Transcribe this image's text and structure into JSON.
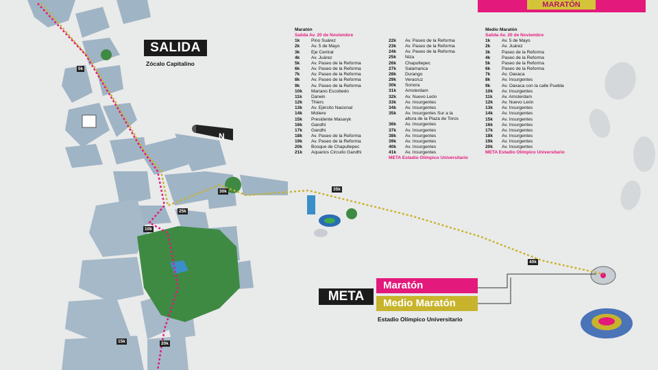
{
  "header": {
    "banner_text": "MARATÓN"
  },
  "labels": {
    "salida": "SALIDA",
    "salida_sub": "Zócalo Capitalino",
    "meta": "META",
    "maraton": "Maratón",
    "medio_maraton": "Medio Maratón",
    "meta_sub": "Estadio Olímpico Universitario",
    "north": "N"
  },
  "colors": {
    "maraton": "#e3197b",
    "medio_maraton": "#c7b42c",
    "blocks": "#9fb4c4",
    "park": "#3e8a43",
    "background": "#e9eaea"
  },
  "map_markers": [
    "5k",
    "30k",
    "35k",
    "25k",
    "10k",
    "40k",
    "15k",
    "20k"
  ],
  "maraton": {
    "title": "Maratón",
    "salida": "Salida   Av. 20 de Noviembre",
    "col1": [
      [
        "1k",
        "Pino Suárez"
      ],
      [
        "2k",
        "Av. 5 de Mayo"
      ],
      [
        "3k",
        "Eje Central"
      ],
      [
        "4k",
        "Av. Juárez"
      ],
      [
        "5k",
        "Av. Paseo de la Reforma"
      ],
      [
        "6k",
        "Av. Paseo de la Reforma"
      ],
      [
        "7k",
        "Av. Paseo de la Reforma"
      ],
      [
        "8k",
        "Av. Paseo de la Reforma"
      ],
      [
        "9k",
        "Av. Paseo de la Reforma"
      ],
      [
        "10k",
        "Mariano Escobedo"
      ],
      [
        "11k",
        "Darwin"
      ],
      [
        "12k",
        "Thiers"
      ],
      [
        "13k",
        "Av. Ejército Nacional"
      ],
      [
        "14k",
        "Moliere"
      ],
      [
        "15k",
        "Presidente Masaryk"
      ],
      [
        "16k",
        "Gandhi"
      ],
      [
        "17k",
        "Gandhi"
      ],
      [
        "18k",
        "Av. Paseo de la Reforma"
      ],
      [
        "19k",
        "Av. Paseo de la Reforma"
      ],
      [
        "20k",
        "Bosque de Chapultepec"
      ],
      [
        "21k",
        "Aquarios Circuito Gandhi"
      ]
    ],
    "col2": [
      [
        "22k",
        "Av. Paseo de la Reforma"
      ],
      [
        "23k",
        "Av. Paseo de la Reforma"
      ],
      [
        "24k",
        "Av. Paseo de la Reforma"
      ],
      [
        "25k",
        "Niza"
      ],
      [
        "26k",
        "Chapultepec"
      ],
      [
        "27k",
        "Salamanca"
      ],
      [
        "28k",
        "Durango"
      ],
      [
        "29k",
        "Veracruz"
      ],
      [
        "30k",
        "Sonora"
      ],
      [
        "31k",
        "Amsterdam"
      ],
      [
        "32k",
        "Av. Nuevo León"
      ],
      [
        "33k",
        "Av. Insurgentes"
      ],
      [
        "34k",
        "Av. Insurgentes"
      ],
      [
        "35k",
        "Av. Insurgentes Sur a la"
      ],
      [
        "",
        "altura de la Plaza de Toros"
      ],
      [
        "36k",
        "Av. Insurgentes"
      ],
      [
        "37k",
        "Av. Insurgentes"
      ],
      [
        "38k",
        "Av. Insurgentes"
      ],
      [
        "39k",
        "Av. Insurgentes"
      ],
      [
        "40k",
        "Av. Insurgentes"
      ],
      [
        "41k",
        "Av. Insurgentes"
      ]
    ],
    "meta": "META   Estadio Olímpico Universitario"
  },
  "medio": {
    "title": "Medio Maratón",
    "salida": "Salida   Av. 20 de Noviembre",
    "rows": [
      [
        "1k",
        "Av. 5 de Mayo"
      ],
      [
        "2k",
        "Av. Juárez"
      ],
      [
        "3k",
        "Paseo de la Reforma"
      ],
      [
        "4k",
        "Paseo de la Reforma"
      ],
      [
        "5k",
        "Paseo de la Reforma"
      ],
      [
        "6k",
        "Paseo de la Reforma"
      ],
      [
        "7k",
        "Av. Oaxaca"
      ],
      [
        "8k",
        "Av. Insurgentes"
      ],
      [
        "9k",
        "Av. Oaxaca con la calle Puebla"
      ],
      [
        "10k",
        "Av. Insurgentes"
      ],
      [
        "11k",
        "Av. Amsterdam"
      ],
      [
        "12k",
        "Av. Nuevo León"
      ],
      [
        "13k",
        "Av. Insurgentes"
      ],
      [
        "14k",
        "Av. Insurgentes"
      ],
      [
        "15k",
        "Av. Insurgentes"
      ],
      [
        "16k",
        "Av. Insurgentes"
      ],
      [
        "17k",
        "Av. Insurgentes"
      ],
      [
        "18k",
        "Av. Insurgentes"
      ],
      [
        "19k",
        "Av. Insurgentes"
      ],
      [
        "20k",
        "Av. Insurgentes"
      ]
    ],
    "meta": "META   Estadio Olímpico Universitario"
  }
}
